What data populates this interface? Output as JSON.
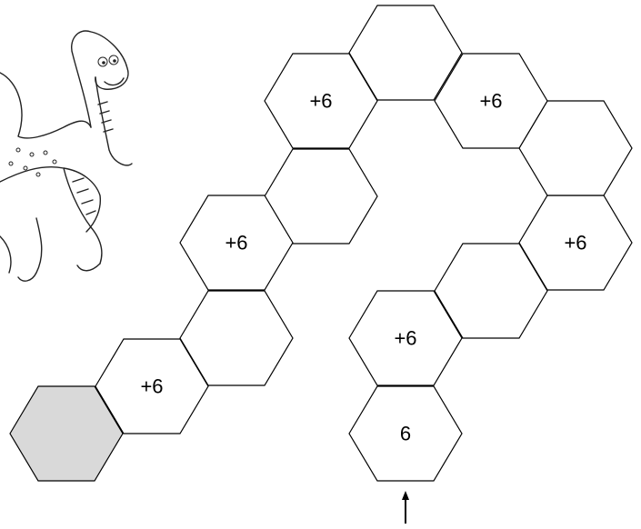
{
  "puzzle": {
    "colors": {
      "stroke": "#000000",
      "fill": "#ffffff",
      "goal_fill": "#d9d9d9"
    },
    "cells": [
      {
        "id": "start",
        "label": "6",
        "kind": "start"
      },
      {
        "id": "c1",
        "label": "+6"
      },
      {
        "id": "c2",
        "label": ""
      },
      {
        "id": "c3",
        "label": "+6"
      },
      {
        "id": "c4",
        "label": ""
      },
      {
        "id": "c5",
        "label": ""
      },
      {
        "id": "c6",
        "label": "+6"
      },
      {
        "id": "c7",
        "label": ""
      },
      {
        "id": "c8",
        "label": "+6"
      },
      {
        "id": "c9",
        "label": ""
      },
      {
        "id": "c10",
        "label": "+6"
      },
      {
        "id": "c11",
        "label": ""
      },
      {
        "id": "c12",
        "label": ""
      },
      {
        "id": "c13",
        "label": "+6"
      },
      {
        "id": "c14",
        "label": ""
      },
      {
        "id": "goal",
        "label": "",
        "kind": "goal"
      }
    ],
    "start_arrow": "arrow-up-icon",
    "illustration": "dinosaur-illustration"
  }
}
